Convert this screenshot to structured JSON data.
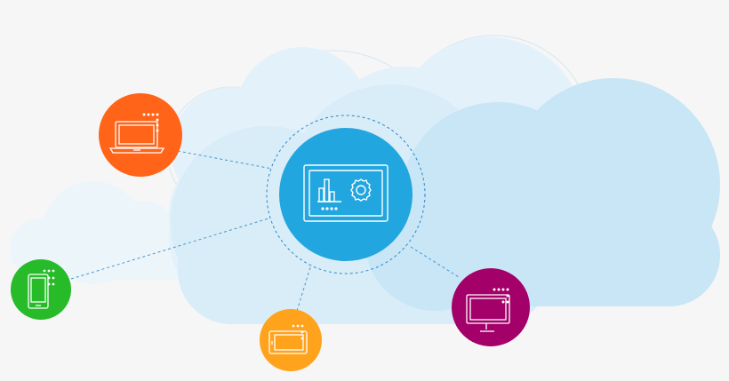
{
  "colors": {
    "background": "#f6f6f6",
    "cloud_light": "#e8f4fb",
    "cloud_mid": "#d6ecf7",
    "cloud_strong": "#c9e7f6",
    "hub": "#22a6e0",
    "connector": "#2f86c8",
    "laptop_node": "#ff6418",
    "phone_node": "#27bb2a",
    "tablet_node": "#ffa21c",
    "desktop_node": "#a3006a",
    "icon_stroke": "#ffffff"
  },
  "hub": {
    "icon": "dashboard-chart-gear-icon"
  },
  "devices": [
    {
      "name": "laptop",
      "icon": "laptop-icon",
      "color_key": "laptop_node"
    },
    {
      "name": "phone",
      "icon": "phone-icon",
      "color_key": "phone_node"
    },
    {
      "name": "tablet",
      "icon": "tablet-icon",
      "color_key": "tablet_node"
    },
    {
      "name": "desktop",
      "icon": "desktop-monitor-icon",
      "color_key": "desktop_node"
    }
  ]
}
